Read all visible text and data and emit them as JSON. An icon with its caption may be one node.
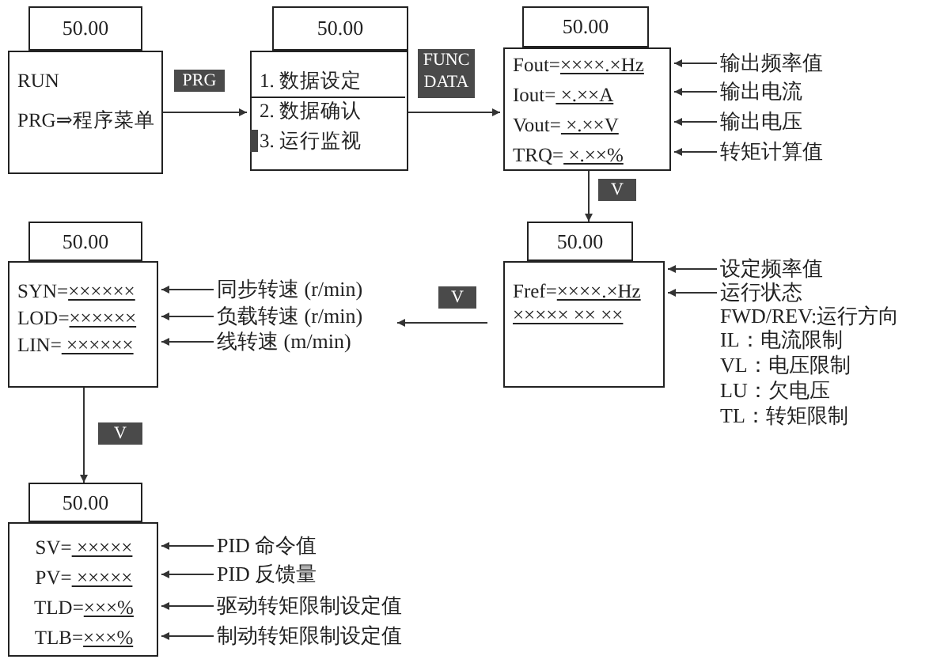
{
  "diagram": {
    "nodes": [
      {
        "text": [
          "50.00"
        ]
      },
      {
        "text": [
          "RUN",
          "PRG⇒程序菜单"
        ]
      },
      {
        "text": [
          "50.00"
        ]
      },
      {
        "text": [
          "1. 数据设定",
          "2. 数据确认",
          "3. 运行监视"
        ]
      },
      {
        "text": [
          "50.00"
        ]
      },
      {
        "text": [
          "Fout=××××.×Hz",
          "Iout= ×.××A",
          "Vout= ×.××V",
          "TRQ= ×.××%"
        ]
      },
      {
        "text": [
          "输出频率值"
        ]
      },
      {
        "text": [
          "输出电流"
        ]
      },
      {
        "text": [
          "输出电压"
        ]
      },
      {
        "text": [
          "转矩计算值"
        ]
      },
      {
        "text": [
          "50.00"
        ]
      },
      {
        "text": [
          "Fref=××××.×Hz",
          "××××× ×× ××"
        ]
      },
      {
        "text": [
          "设定频率值"
        ]
      },
      {
        "text": [
          "运行状态"
        ]
      },
      {
        "text": [
          "50.00"
        ]
      },
      {
        "text": [
          "SYN=××××××",
          "LOD=××××××",
          "LIN= ××××××"
        ]
      },
      {
        "text": [
          "同步转速 (r/min)"
        ]
      },
      {
        "text": [
          "负载转速 (r/min)"
        ]
      },
      {
        "text": [
          "线转速 (m/min)"
        ]
      },
      {
        "text": [
          "50.00"
        ]
      },
      {
        "text": [
          "SV= ×××××",
          "PV= ×××××",
          "TLD=×××%",
          "TLB=×××%"
        ]
      },
      {
        "text": [
          "PID 命令值"
        ]
      },
      {
        "text": [
          "PID 反馈量"
        ]
      },
      {
        "text": [
          "驱动转矩限制设定值"
        ]
      },
      {
        "text": [
          "制动转矩限制设定值"
        ]
      }
    ],
    "edges": [
      {
        "from": 1,
        "to": 3,
        "arrow": "to",
        "label": "PRG"
      },
      {
        "from": 3,
        "to": 5,
        "arrow": "to",
        "label": "FUNC DATA"
      },
      {
        "from": 5,
        "to": 10,
        "arrow": "to",
        "label": "V"
      },
      {
        "from": 11,
        "to": 17,
        "arrow": "to",
        "label": "V"
      },
      {
        "from": 15,
        "to": 19,
        "arrow": "to",
        "label": "V"
      },
      {
        "from": 6,
        "to": 5,
        "arrow": "to"
      },
      {
        "from": 7,
        "to": 5,
        "arrow": "to"
      },
      {
        "from": 8,
        "to": 5,
        "arrow": "to"
      },
      {
        "from": 9,
        "to": 5,
        "arrow": "to"
      },
      {
        "from": 12,
        "to": 11,
        "arrow": "to"
      },
      {
        "from": 13,
        "to": 11,
        "arrow": "to"
      },
      {
        "from": 16,
        "to": 15,
        "arrow": "to"
      },
      {
        "from": 17,
        "to": 15,
        "arrow": "to"
      },
      {
        "from": 18,
        "to": 15,
        "arrow": "to"
      },
      {
        "from": 21,
        "to": 20,
        "arrow": "to"
      },
      {
        "from": 22,
        "to": 20,
        "arrow": "to"
      },
      {
        "from": 23,
        "to": 20,
        "arrow": "to"
      },
      {
        "from": 24,
        "to": 20,
        "arrow": "to"
      }
    ],
    "labels": [
      "FWD/REV:运行方向",
      "IL：电流限制",
      "VL：电压限制",
      "LU：欠电压",
      "TL：转矩限制"
    ]
  }
}
